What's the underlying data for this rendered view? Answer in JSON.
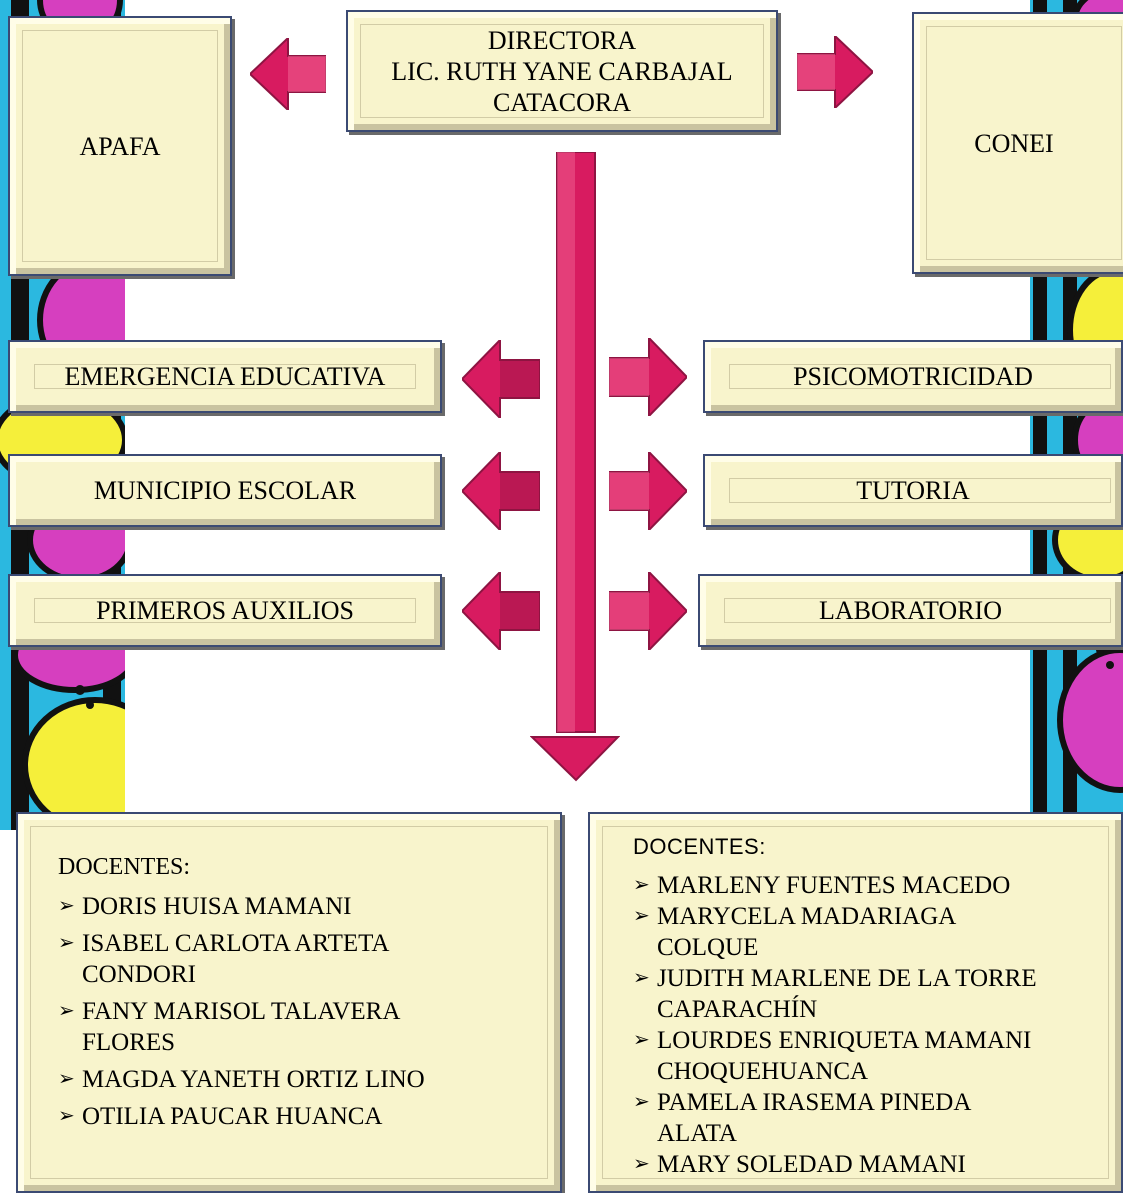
{
  "director": {
    "lines": [
      "DIRECTORA",
      "LIC. RUTH YANE CARBAJAL",
      "CATACORA"
    ]
  },
  "top_left": "APAFA",
  "top_right": "CONEI",
  "left_committees": [
    "EMERGENCIA EDUCATIVA",
    "MUNICIPIO ESCOLAR",
    "PRIMEROS AUXILIOS"
  ],
  "right_committees": [
    "PSICOMOTRICIDAD",
    "TUTORIA",
    "LABORATORIO"
  ],
  "left_panel": {
    "title": "DOCENTES:",
    "items": [
      [
        "DORIS HUISA MAMANI"
      ],
      [
        "ISABEL CARLOTA ARTETA",
        "CONDORI"
      ],
      [
        "FANY MARISOL TALAVERA",
        "FLORES"
      ],
      [
        "MAGDA YANETH ORTIZ LINO"
      ],
      [
        "OTILIA PAUCAR HUANCA"
      ]
    ]
  },
  "right_panel": {
    "title": "DOCENTES:",
    "items": [
      [
        "MARLENY FUENTES MACEDO"
      ],
      [
        "MARYCELA MADARIAGA",
        "COLQUE"
      ],
      [
        "JUDITH MARLENE DE LA TORRE",
        "CAPARACHÍN"
      ],
      [
        "LOURDES ENRIQUETA MAMANI",
        "CHOQUEHUANCA"
      ],
      [
        "PAMELA IRASEMA PINEDA",
        "ALATA"
      ],
      [
        "MARY SOLEDAD MAMANI"
      ]
    ]
  },
  "bullet_glyph": "➢",
  "colors": {
    "box_fill": "#f8f4cc",
    "box_border": "#3b4a73",
    "arrow_fill": "#d81b60",
    "arrow_dark": "#8e1442",
    "arrow_light": "#f06292",
    "deco_blue": "#2bb8e0",
    "deco_yellow": "#f5ef3a",
    "deco_magenta": "#d63fbf"
  }
}
